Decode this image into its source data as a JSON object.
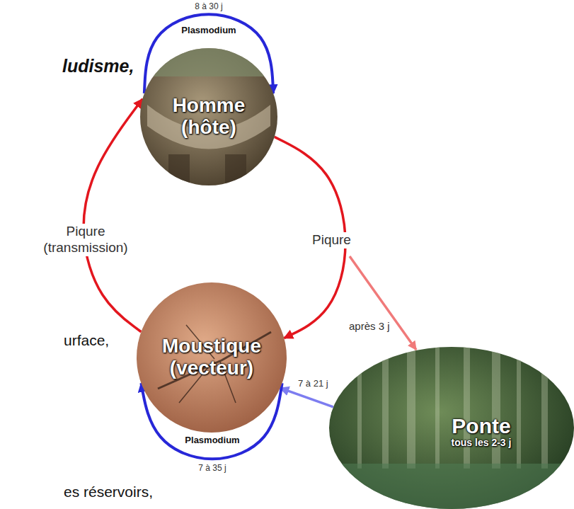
{
  "diagram": {
    "nodes": [
      {
        "text": [
          "Homme (hôte)"
        ]
      },
      {
        "text": [
          "Moustique (vecteur)"
        ]
      },
      {
        "text": [
          "Ponte",
          "tous les 2-3 j"
        ]
      }
    ],
    "edges": [
      {
        "from": 0,
        "to": 0,
        "arrow": "to",
        "label": "Plasmodium"
      },
      {
        "from": 0,
        "to": 1,
        "arrow": "to",
        "label": "Piqure"
      },
      {
        "from": 1,
        "to": 0,
        "arrow": "to",
        "label": "Piqure (transmission)"
      },
      {
        "from": 2,
        "to": 1,
        "arrow": "to",
        "label": "7 à 21 j"
      },
      {
        "from": 1,
        "to": 1,
        "arrow": "to",
        "label": "Plasmodium"
      }
    ],
    "labels": [
      "ludisme,",
      "urface,",
      "es réservoirs,",
      "8 à 30 j",
      "7 à 35 j",
      "après 3 j"
    ]
  }
}
